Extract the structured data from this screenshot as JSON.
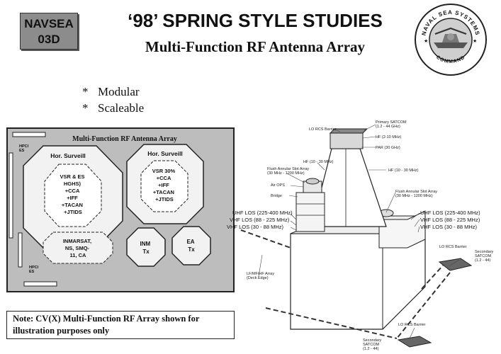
{
  "header": {
    "badge_line1": "NAVSEA",
    "badge_line2": "03D",
    "title": "‘98’ SPRING STYLE STUDIES",
    "subtitle": "Multi-Function RF Antenna Array",
    "seal_text_top": "NAVAL SEA SYSTEMS",
    "seal_text_bottom": "COMMAND"
  },
  "bullets": [
    {
      "mark": "*",
      "text": "Modular"
    },
    {
      "mark": "*",
      "text": "Scaleable"
    }
  ],
  "panel": {
    "title": "Multi-Function RF Antenna Array",
    "hpci_top": "HPCI\nES",
    "hpci_bottom": "HPCI\nES",
    "left_header": "Hor. Surveill",
    "left_inner": "VSR & ES\nHGHS)\n+CCA\n+IFF\n+TACAN\n+JTIDS",
    "right_header": "Hor. Surveill",
    "right_inner": "VSR 30%\n+CCA\n+IFF\n+TACAN\n+JTIDS",
    "inmarsat": "INMARSAT,\nNS, SMQ-\n11, CA",
    "inm": "INM\nTx",
    "ea": "EA\nTx"
  },
  "note": {
    "text": "Note: CV(X) Multi-Function RF Array shown for illustration purposes only"
  },
  "diagram": {
    "labels": {
      "lo_rcs_barrier_top": "LO RCS Barrier",
      "primary_satcom": "Primary SATCOM\n(1.2 - 44 GHz)",
      "hf_2_10": "HF (2-10 MHz)",
      "par": "PAR (30 GHz)",
      "hf_10_30_left": "HF (10 - 30 MHz)",
      "hf_10_30_right": "HF (10 - 30 MHz)",
      "flush_left": "Flush Annular Slot Array\n(30 MHz - 1200 MHz)",
      "flush_right": "Flush Annular Slot Array\n(30 MHz - 1200 MHz)",
      "air_ops": "Air OPS",
      "bridge": "Bridge",
      "uhf_left": "UHF LOS (225-400 MHz)",
      "vhf_left_1": "VHF LOS (88 - 225 MHz)",
      "vhf_left_2": "VHF LOS (30 - 88 MHz)",
      "uhf_right": "UHF LOS (225-400 MHz)",
      "vhf_right_1": "VHF LOS (88 - 225 MHz)",
      "vhf_right_2": "VHF LOS (30 - 88 MHz)",
      "lo_rcs_barrier_right": "LO RCS Barrier",
      "secondary_satcom_right": "Secondary\nSATCOM\n(1.2 - 44)",
      "lf_mf_hf": "LF/MF/HF Array\n(Deck Edge)",
      "lo_rcs_barrier_bottom": "LO RCS Barrier",
      "secondary_satcom_bottom": "Secondary\nSATCOM\n(1.2 - 44)"
    }
  },
  "colors": {
    "badge_bg": "#8c8c8c",
    "panel_bg": "#bdbdbd",
    "shape_fill": "#f2f2f2"
  }
}
